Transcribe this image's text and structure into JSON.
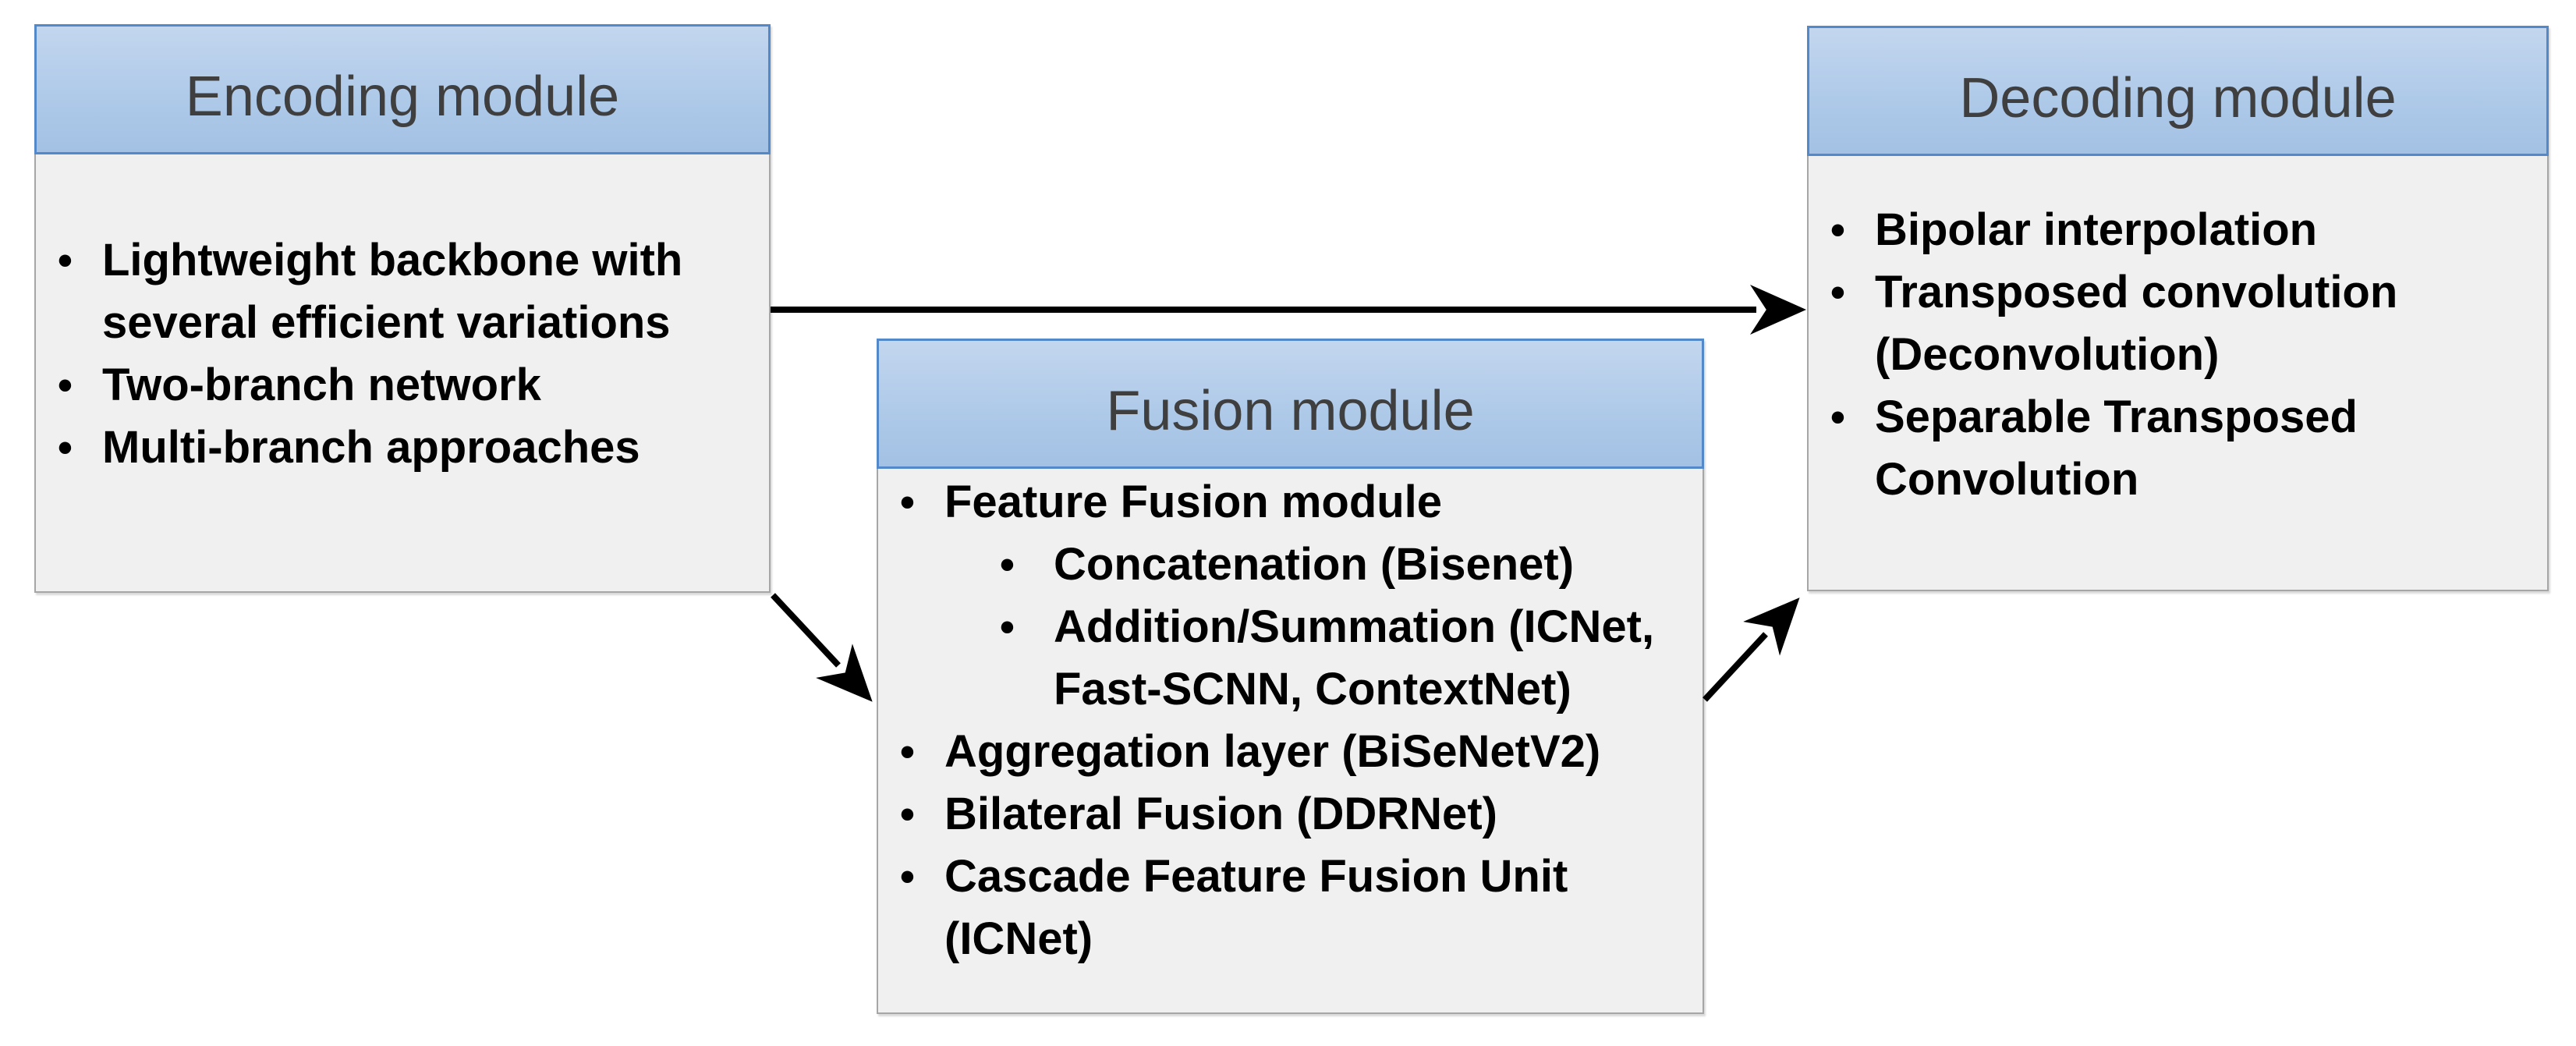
{
  "bullet_char": "•",
  "colors": {
    "header_fill_top": "#C3D6EE",
    "header_fill_bottom": "#A3C1E4",
    "header_border": "#5389C9",
    "body_fill": "#F0F0F0",
    "body_border": "#A6A6A6",
    "title_text": "#3F3F3F",
    "body_text": "#000000",
    "arrow": "#000000",
    "background": "#FFFFFF"
  },
  "boxes": [
    {
      "id": "encoding",
      "title": "Encoding module",
      "items": [
        {
          "text": "Lightweight backbone with",
          "level": 0,
          "bullet": true
        },
        {
          "text": "several efficient variations",
          "level": 0,
          "bullet": false
        },
        {
          "text": "Two-branch network",
          "level": 0,
          "bullet": true
        },
        {
          "text": "Multi-branch approaches",
          "level": 0,
          "bullet": true
        }
      ]
    },
    {
      "id": "fusion",
      "title": "Fusion module",
      "items": [
        {
          "text": "Feature Fusion module",
          "level": 0,
          "bullet": true
        },
        {
          "text": "Concatenation (Bisenet)",
          "level": 1,
          "bullet": true
        },
        {
          "text": "Addition/Summation (ICNet,",
          "level": 1,
          "bullet": true
        },
        {
          "text": "Fast-SCNN, ContextNet)",
          "level": 1,
          "bullet": false
        },
        {
          "text": "Aggregation layer (BiSeNetV2)",
          "level": 0,
          "bullet": true
        },
        {
          "text": "Bilateral Fusion (DDRNet)",
          "level": 0,
          "bullet": true
        },
        {
          "text": "Cascade Feature Fusion Unit",
          "level": 0,
          "bullet": true
        },
        {
          "text": "(ICNet)",
          "level": 0,
          "bullet": false
        }
      ]
    },
    {
      "id": "decoding",
      "title": "Decoding module",
      "items": [
        {
          "text": "Bipolar interpolation",
          "level": 0,
          "bullet": true
        },
        {
          "text": "Transposed convolution",
          "level": 0,
          "bullet": true
        },
        {
          "text": "(Deconvolution)",
          "level": 0,
          "bullet": false
        },
        {
          "text": "Separable Transposed",
          "level": 0,
          "bullet": true
        },
        {
          "text": "Convolution",
          "level": 0,
          "bullet": false
        }
      ]
    }
  ],
  "connections": [
    {
      "from": "Encoding module",
      "to": "Decoding module"
    },
    {
      "from": "Encoding module",
      "to": "Fusion module"
    },
    {
      "from": "Fusion module",
      "to": "Decoding module"
    }
  ]
}
